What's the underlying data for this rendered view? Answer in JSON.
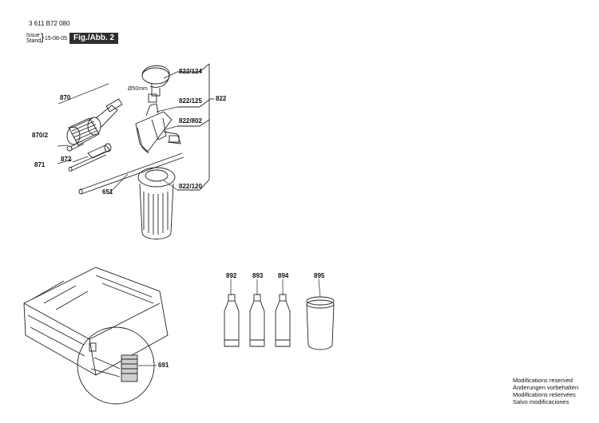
{
  "header": {
    "doc_number": "3 611 B72 080",
    "issue_label": "Issue",
    "stand_label": "Stand",
    "bracket": "}",
    "date": "15-08-05",
    "figure_label": "Fig./Abb. 2"
  },
  "parts": {
    "p822_124": "822/124",
    "p822_125": "822/125",
    "p822_802": "822/802",
    "p822_120": "822/120",
    "p822": "822",
    "p870": "870",
    "p870_2": "870/2",
    "p871": "871",
    "p872": "872",
    "p651": "651",
    "p892": "892",
    "p893": "893",
    "p894": "894",
    "p895": "895",
    "p691": "691",
    "diameter": "Ø50mm"
  },
  "notes": [
    "Modifications reserved",
    "Änderungen vorbehalten",
    "Modifications reśervées",
    "Salvo modificaciones"
  ]
}
